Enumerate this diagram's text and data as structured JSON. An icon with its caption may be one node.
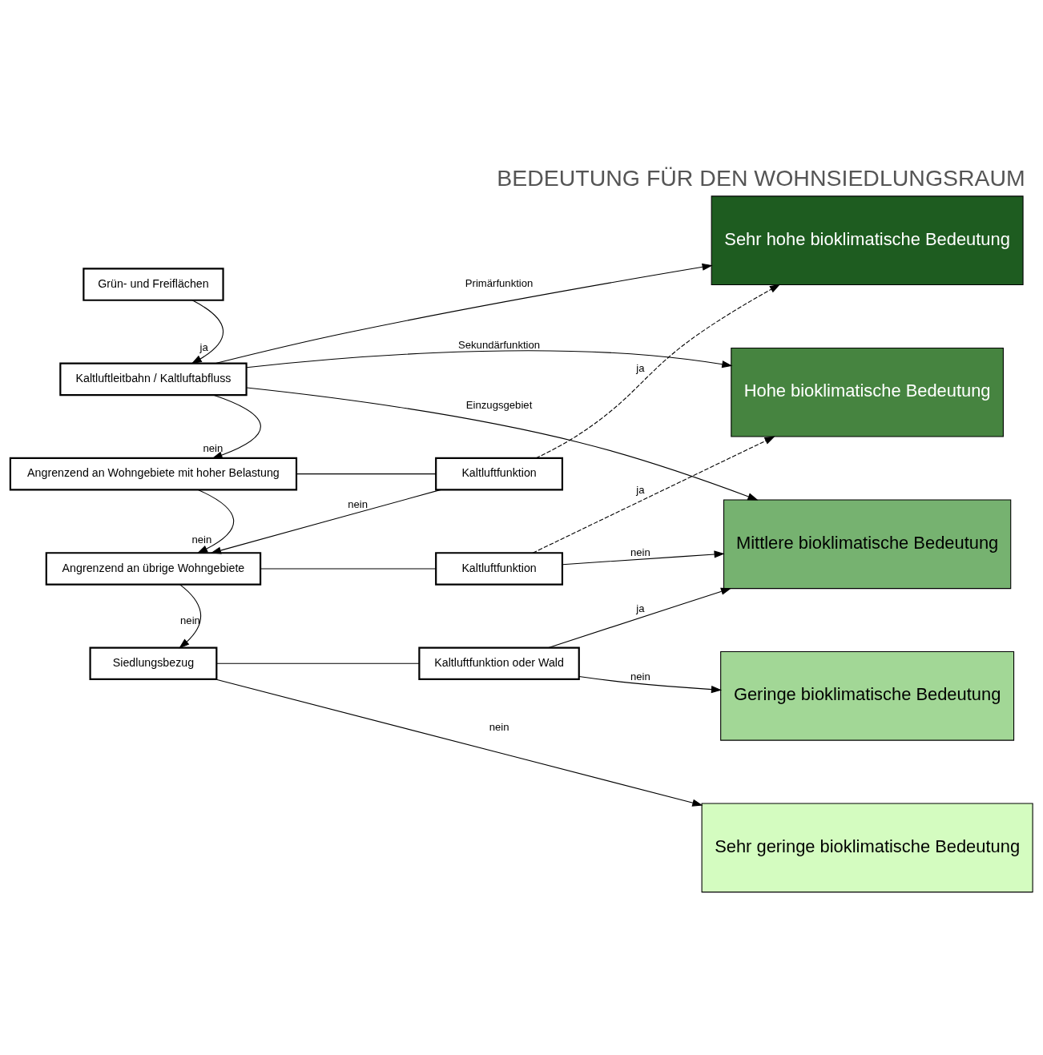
{
  "diagram": {
    "title": "BEDEUTUNG FÜR DEN WOHNSIEDLUNGSRAUM",
    "nodes": [
      {
        "text": [
          "Grün- und Freiflächen"
        ]
      },
      {
        "text": [
          "Kaltluftleitbahn / Kaltluftabfluss"
        ]
      },
      {
        "text": [
          "Angrenzend an Wohngebiete mit hoher Belastung"
        ]
      },
      {
        "text": [
          "Kaltluftfunktion"
        ]
      },
      {
        "text": [
          "Angrenzend an übrige Wohngebiete"
        ]
      },
      {
        "text": [
          "Kaltluftfunktion"
        ]
      },
      {
        "text": [
          "Siedlungsbezug"
        ]
      },
      {
        "text": [
          "Kaltluftfunktion oder Wald"
        ]
      },
      {
        "text": [
          "Sehr hohe bioklimatische Bedeutung"
        ]
      },
      {
        "text": [
          "Hohe bioklimatische Bedeutung"
        ]
      },
      {
        "text": [
          "Mittlere bioklimatische Bedeutung"
        ]
      },
      {
        "text": [
          "Geringe bioklimatische Bedeutung"
        ]
      },
      {
        "text": [
          "Sehr geringe bioklimatische Bedeutung"
        ]
      }
    ],
    "edges": [
      {
        "from": 0,
        "to": 1,
        "arrow": "to",
        "label": "ja"
      },
      {
        "from": 1,
        "to": 8,
        "arrow": "to",
        "label": "Primärfunktion"
      },
      {
        "from": 1,
        "to": 9,
        "arrow": "to",
        "label": "Sekundärfunktion"
      },
      {
        "from": 1,
        "to": 10,
        "arrow": "to",
        "label": "Einzugsgebiet"
      },
      {
        "from": 1,
        "to": 2,
        "arrow": "to",
        "label": "nein"
      },
      {
        "from": 2,
        "to": 3,
        "arrow": "none"
      },
      {
        "from": 3,
        "to": 8,
        "arrow": "to",
        "label": "ja",
        "style": "dashed"
      },
      {
        "from": 3,
        "to": 4,
        "arrow": "to",
        "label": "nein"
      },
      {
        "from": 2,
        "to": 4,
        "arrow": "to",
        "label": "nein"
      },
      {
        "from": 4,
        "to": 5,
        "arrow": "none"
      },
      {
        "from": 5,
        "to": 9,
        "arrow": "to",
        "label": "ja",
        "style": "dashed"
      },
      {
        "from": 5,
        "to": 10,
        "arrow": "to",
        "label": "nein"
      },
      {
        "from": 4,
        "to": 6,
        "arrow": "to",
        "label": "nein"
      },
      {
        "from": 6,
        "to": 7,
        "arrow": "none"
      },
      {
        "from": 7,
        "to": 10,
        "arrow": "to",
        "label": "ja"
      },
      {
        "from": 7,
        "to": 11,
        "arrow": "to",
        "label": "nein"
      },
      {
        "from": 6,
        "to": 12,
        "arrow": "to",
        "label": "nein"
      }
    ]
  }
}
